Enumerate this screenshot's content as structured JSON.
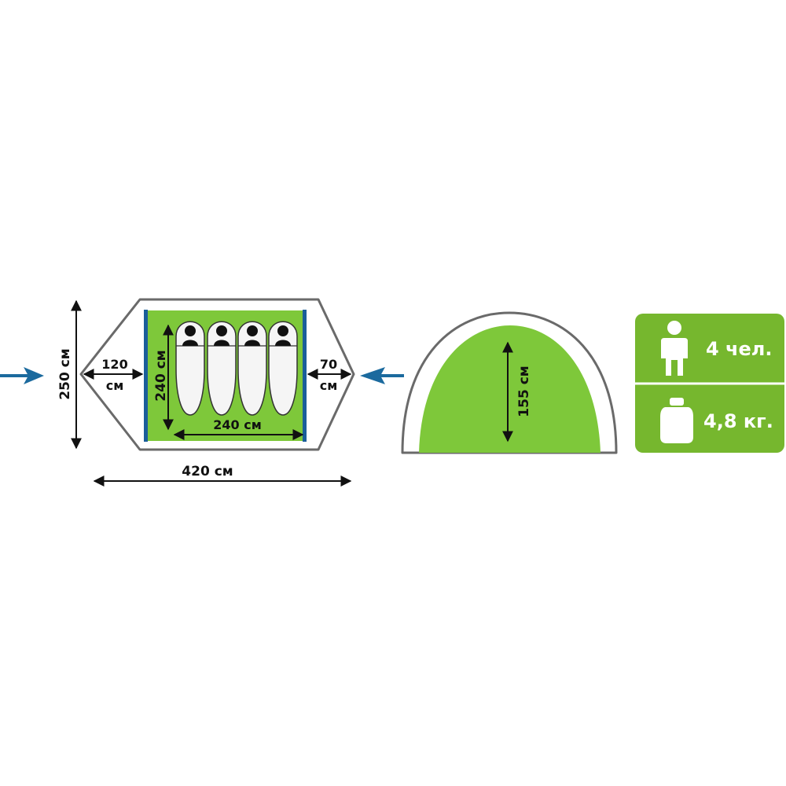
{
  "floor_plan": {
    "total_width": "420 см",
    "total_depth": "250 см",
    "left_vestibule_line1": "120",
    "left_vestibule_line2": "см",
    "right_vestibule_line1": "70",
    "right_vestibule_line2": "см",
    "inner_depth": "240 см",
    "inner_width": "240 см",
    "sleeping_places": 4
  },
  "side_view": {
    "height": "155 см"
  },
  "specs": {
    "capacity": "4 чел.",
    "weight": "4,8 кг."
  },
  "colors": {
    "green": "#7ec83a",
    "blue": "#1a5e9a",
    "arrow_blue": "#1b6a9e",
    "outline_gray": "#6a6a6a",
    "panel_green": "#76b72e"
  },
  "icons": {
    "entrance_arrow": "arrow-right-icon",
    "person": "person-icon",
    "weight": "weight-icon"
  }
}
